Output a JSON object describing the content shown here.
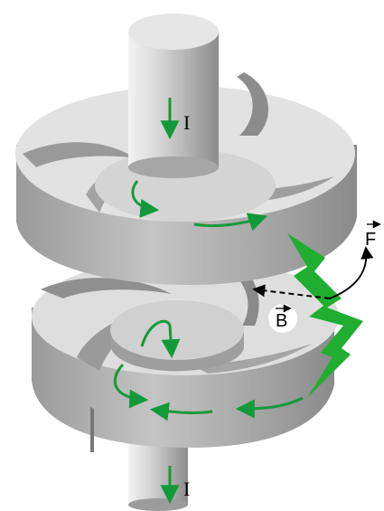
{
  "labels": {
    "current_top": "I",
    "current_bottom": "I",
    "force": "F",
    "field": "B"
  },
  "colors": {
    "metal_light": "#dcdcdc",
    "metal_mid": "#b8b8b8",
    "metal_dark": "#8e8e8e",
    "arrow_green": "#129a3a",
    "spark_green": "#1fae2f",
    "ink": "#000000"
  }
}
